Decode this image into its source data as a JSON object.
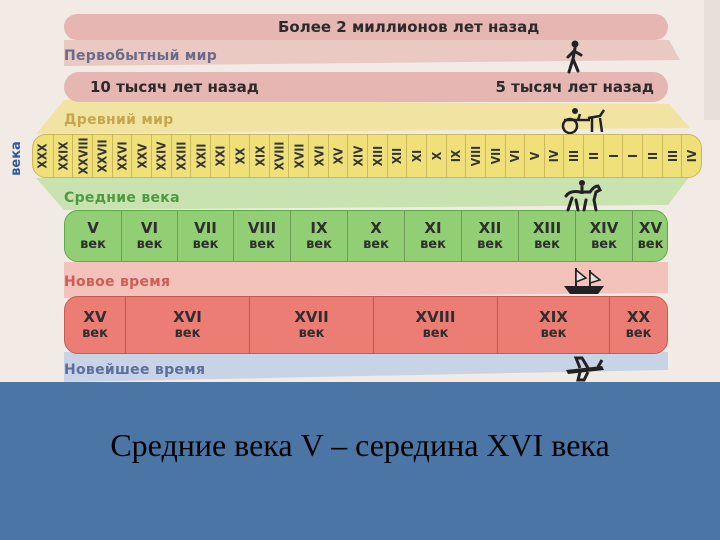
{
  "timeline": {
    "side_label": "века",
    "top_bar": {
      "text": "Более 2 миллионов лет назад",
      "color": "#e6b6b2"
    },
    "primitive": {
      "label": "Первобытный мир",
      "label_color": "#6a6a8a",
      "left_text": "10 тысяч лет назад",
      "right_text": "5 тысяч лет назад",
      "color": "#e6b6b2"
    },
    "ancient": {
      "label": "Древний мир",
      "label_color": "#c7a64a",
      "color": "#efe07a",
      "centuries": [
        "XXX",
        "XXIX",
        "XXVIII",
        "XXVII",
        "XXVI",
        "XXV",
        "XXIV",
        "XXIII",
        "XXII",
        "XXI",
        "XX",
        "XIX",
        "XVIII",
        "XVII",
        "XVI",
        "XV",
        "XIV",
        "XIII",
        "XII",
        "XI",
        "X",
        "IX",
        "VIII",
        "VII",
        "VI",
        "V",
        "IV",
        "III",
        "II",
        "I",
        "I",
        "II",
        "III",
        "IV"
      ]
    },
    "middle": {
      "label": "Средние века",
      "label_color": "#4e9a43",
      "color": "#92cf74",
      "word": "век",
      "centuries": [
        "V",
        "VI",
        "VII",
        "VIII",
        "IX",
        "X",
        "XI",
        "XII",
        "XIII",
        "XIV",
        "XV"
      ]
    },
    "new": {
      "label": "Новое время",
      "label_color": "#d15b55",
      "color": "#ec7d74",
      "word": "век",
      "centuries": [
        "XV",
        "XVI",
        "XVII",
        "XVIII",
        "XIX",
        "XX"
      ]
    },
    "newest": {
      "label": "Новейшее время",
      "label_color": "#5a6fa0"
    },
    "icons": [
      "walking-man-icon",
      "chariot-icon",
      "horse-rider-icon",
      "sailing-ship-icon",
      "airplane-icon"
    ]
  },
  "caption": "Средние века V – середина XVI века"
}
